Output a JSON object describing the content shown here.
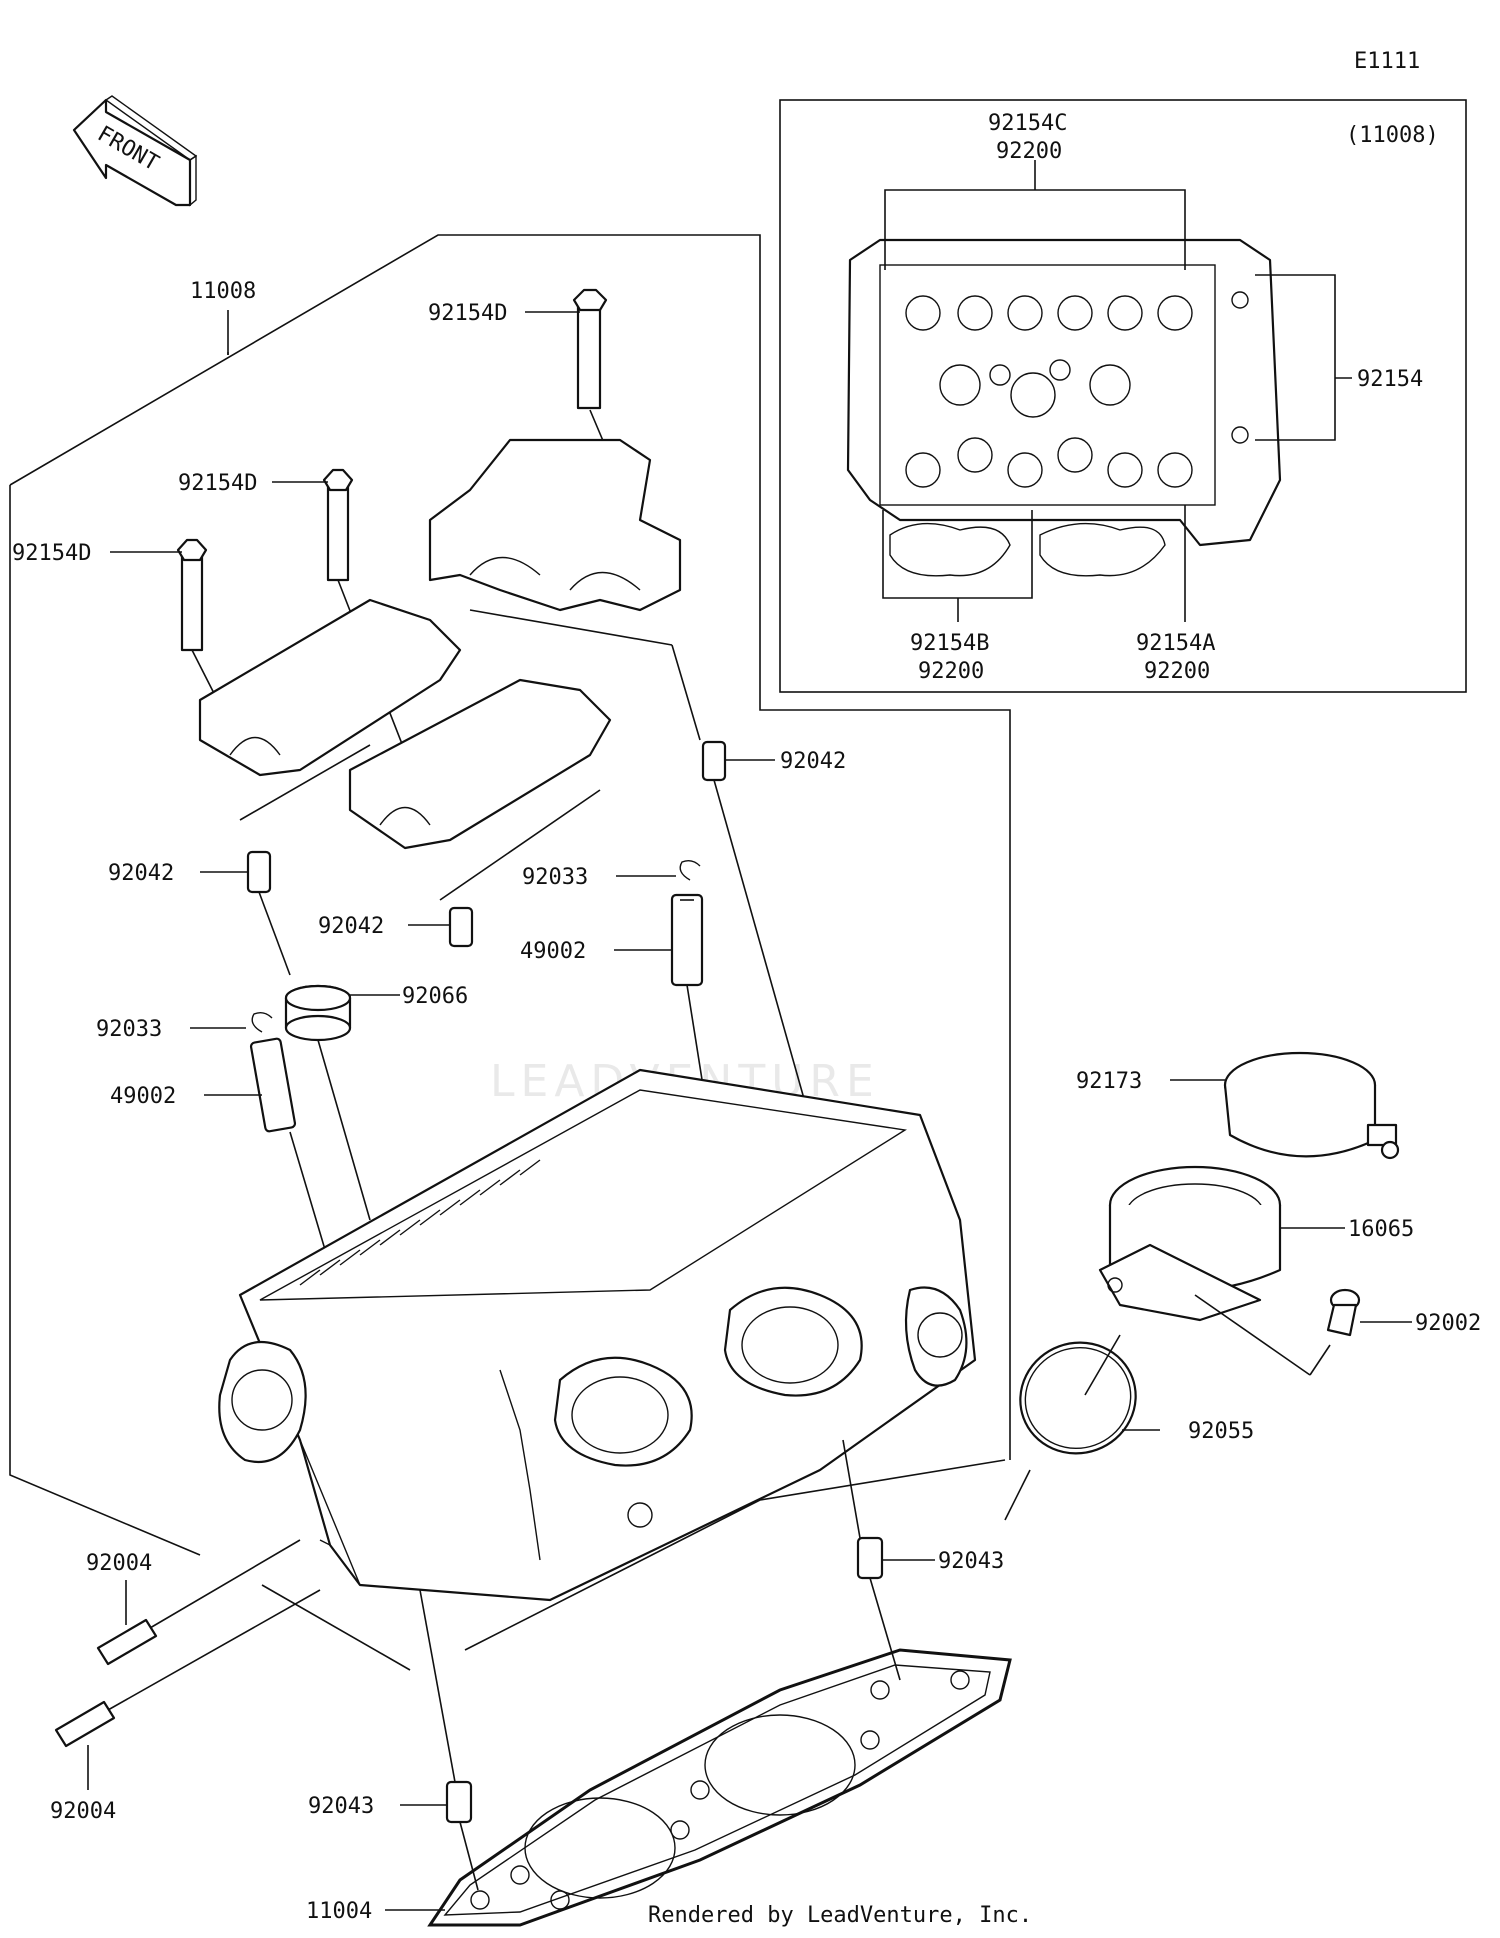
{
  "diagram_code": "E1111",
  "front_label": "FRONT",
  "inset": {
    "title": "(11008)"
  },
  "watermark": "LEADVENTURE",
  "footer": "Rendered by LeadVenture, Inc.",
  "labels": {
    "l_11008": "11008",
    "l_92154d_a": "92154D",
    "l_92154d_b": "92154D",
    "l_92154d_c": "92154D",
    "l_92042_a": "92042",
    "l_92042_b": "92042",
    "l_92042_c": "92042",
    "l_92033_a": "92033",
    "l_92033_b": "92033",
    "l_49002_a": "49002",
    "l_49002_b": "49002",
    "l_92066": "92066",
    "l_92173": "92173",
    "l_16065": "16065",
    "l_92002": "92002",
    "l_92055": "92055",
    "l_92043_a": "92043",
    "l_92043_b": "92043",
    "l_92004_a": "92004",
    "l_92004_b": "92004",
    "l_11004": "11004",
    "i_92154c": "92154C",
    "i_92200_top": "92200",
    "i_92154": "92154",
    "i_92154b": "92154B",
    "i_92200_bl": "92200",
    "i_92154a": "92154A",
    "i_92200_br": "92200"
  }
}
